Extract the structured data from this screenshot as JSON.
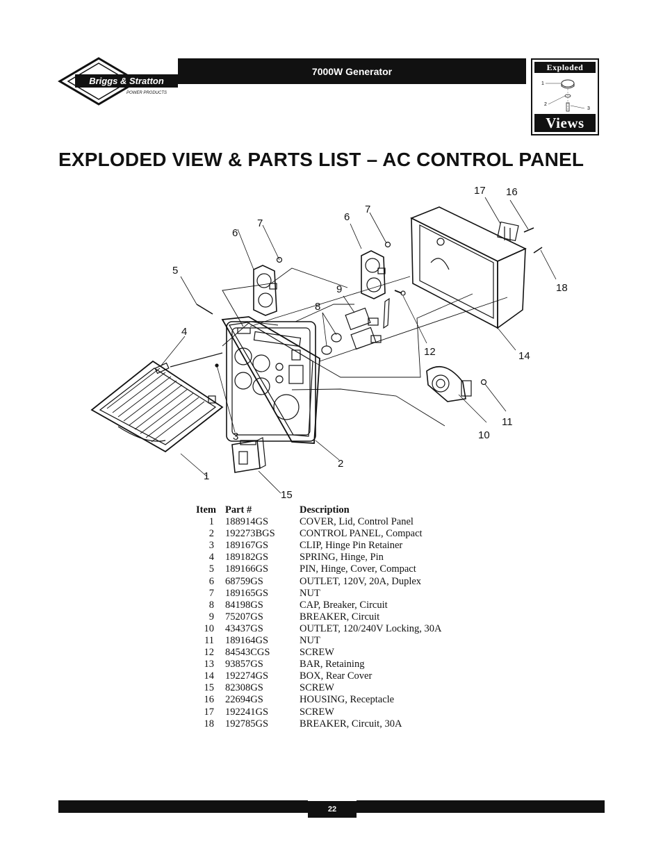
{
  "header": {
    "brand_name": "Briggs & Stratton",
    "brand_sub": "POWER PRODUCTS",
    "product_title": "7000W Generator",
    "badge_top": "Exploded",
    "badge_bottom": "Views",
    "badge_callouts": [
      "1",
      "2",
      "3"
    ]
  },
  "page_title": "EXPLODED VIEW & PARTS LIST – AC CONTROL PANEL",
  "diagram": {
    "callouts": [
      "1",
      "2",
      "3",
      "4",
      "5",
      "6",
      "7",
      "6",
      "7",
      "8",
      "9",
      "10",
      "11",
      "12",
      "14",
      "15",
      "16",
      "17",
      "18"
    ]
  },
  "parts_table": {
    "headers": {
      "item": "Item",
      "part": "Part #",
      "description": "Description"
    },
    "rows": [
      {
        "item": "1",
        "part": "188914GS",
        "description": "COVER, Lid, Control Panel"
      },
      {
        "item": "2",
        "part": "192273BGS",
        "description": "CONTROL PANEL, Compact"
      },
      {
        "item": "3",
        "part": "189167GS",
        "description": "CLIP, Hinge Pin Retainer"
      },
      {
        "item": "4",
        "part": "189182GS",
        "description": "SPRING, Hinge, Pin"
      },
      {
        "item": "5",
        "part": "189166GS",
        "description": "PIN, Hinge, Cover, Compact"
      },
      {
        "item": "6",
        "part": "68759GS",
        "description": "OUTLET, 120V, 20A, Duplex"
      },
      {
        "item": "7",
        "part": "189165GS",
        "description": "NUT"
      },
      {
        "item": "8",
        "part": "84198GS",
        "description": "CAP, Breaker, Circuit"
      },
      {
        "item": "9",
        "part": "75207GS",
        "description": "BREAKER, Circuit"
      },
      {
        "item": "10",
        "part": "43437GS",
        "description": "OUTLET, 120/240V Locking, 30A"
      },
      {
        "item": "11",
        "part": "189164GS",
        "description": "NUT"
      },
      {
        "item": "12",
        "part": "84543CGS",
        "description": "SCREW"
      },
      {
        "item": "13",
        "part": "93857GS",
        "description": "BAR, Retaining"
      },
      {
        "item": "14",
        "part": "192274GS",
        "description": "BOX, Rear Cover"
      },
      {
        "item": "15",
        "part": "82308GS",
        "description": "SCREW"
      },
      {
        "item": "16",
        "part": "22694GS",
        "description": "HOUSING, Receptacle"
      },
      {
        "item": "17",
        "part": "192241GS",
        "description": "SCREW"
      },
      {
        "item": "18",
        "part": "192785GS",
        "description": "BREAKER, Circuit, 30A"
      }
    ]
  },
  "footer": {
    "page_number": "22"
  }
}
